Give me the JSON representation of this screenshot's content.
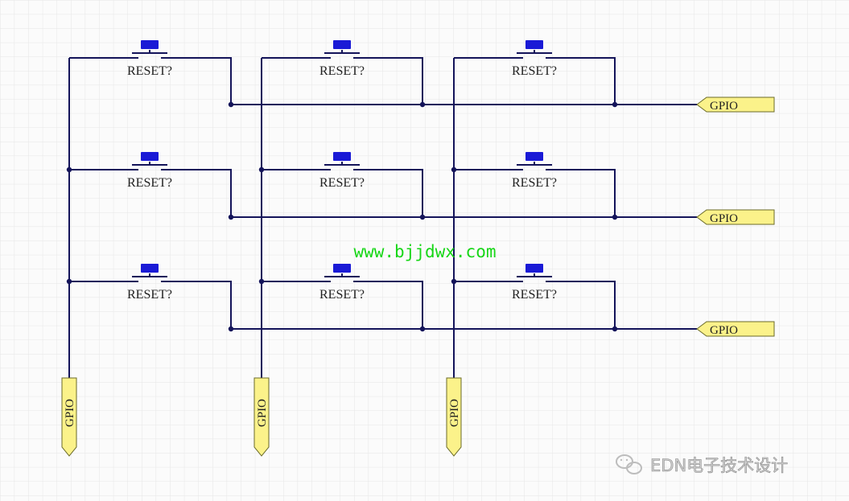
{
  "schematic": {
    "switch_label": "RESET?",
    "port_label": "GPIO",
    "colors": {
      "wire": "#14145a",
      "switch_cap": "#1a1ad6",
      "port_fill": "#fbf28a",
      "port_stroke": "#6b6b2a",
      "grid": "#e6e6e6"
    }
  },
  "overlay": {
    "website": "www.bjjdwx.com",
    "website_color": "#16d616",
    "brand": "EDN电子技术设计",
    "wechat_icon": "wechat-icon"
  }
}
